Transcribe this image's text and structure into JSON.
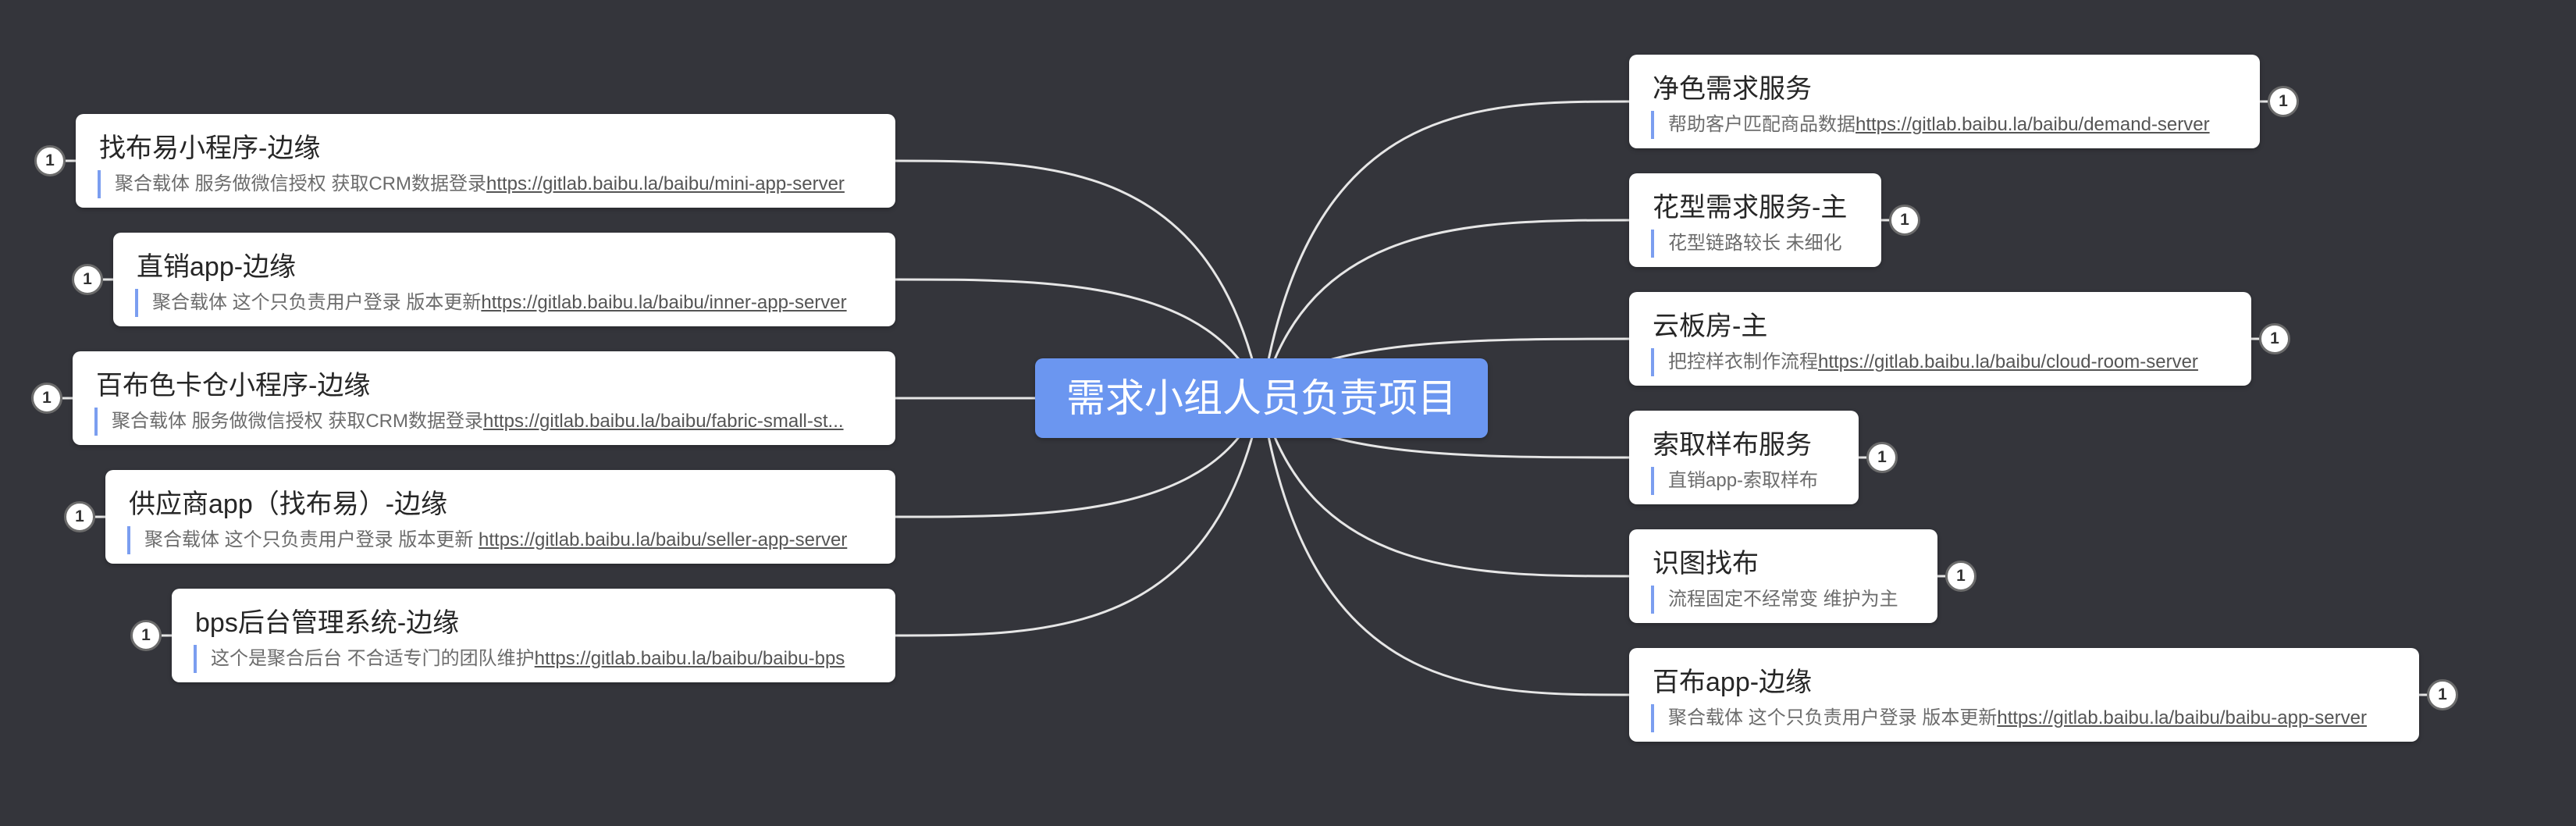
{
  "central_topic": "需求小组人员负责项目",
  "left_topics": [
    {
      "title": "找布易小程序-边缘",
      "note": "聚合载体 服务做微信授权 获取CRM数据登录",
      "link": "https://gitlab.baibu.la/baibu/mini-app-server",
      "badge": "1"
    },
    {
      "title": "直销app-边缘",
      "note": "聚合载体 这个只负责用户登录 版本更新",
      "link": "https://gitlab.baibu.la/baibu/inner-app-server",
      "badge": "1"
    },
    {
      "title": "百布色卡仓小程序-边缘",
      "note": "聚合载体 服务做微信授权 获取CRM数据登录",
      "link": "https://gitlab.baibu.la/baibu/fabric-small-st...",
      "badge": "1"
    },
    {
      "title": "供应商app（找布易）-边缘",
      "note": "聚合载体 这个只负责用户登录 版本更新 ",
      "link": "https://gitlab.baibu.la/baibu/seller-app-server",
      "badge": "1"
    },
    {
      "title": "bps后台管理系统-边缘",
      "note": "这个是聚合后台 不合适专门的团队维护",
      "link": "https://gitlab.baibu.la/baibu/baibu-bps",
      "badge": "1"
    }
  ],
  "right_topics": [
    {
      "title": "净色需求服务",
      "note": "帮助客户匹配商品数据",
      "link": "https://gitlab.baibu.la/baibu/demand-server",
      "badge": "1"
    },
    {
      "title": "花型需求服务-主",
      "note": "花型链路较长 未细化",
      "link": "",
      "badge": "1"
    },
    {
      "title": "云板房-主",
      "note": "把控样衣制作流程",
      "link": "https://gitlab.baibu.la/baibu/cloud-room-server",
      "badge": "1"
    },
    {
      "title": "索取样布服务",
      "note": "直销app-索取样布",
      "link": "",
      "badge": "1"
    },
    {
      "title": "识图找布",
      "note": "流程固定不经常变 维护为主",
      "link": "",
      "badge": "1"
    },
    {
      "title": "百布app-边缘",
      "note": "聚合载体 这个只负责用户登录 版本更新",
      "link": "https://gitlab.baibu.la/baibu/baibu-app-server",
      "badge": "1"
    }
  ]
}
